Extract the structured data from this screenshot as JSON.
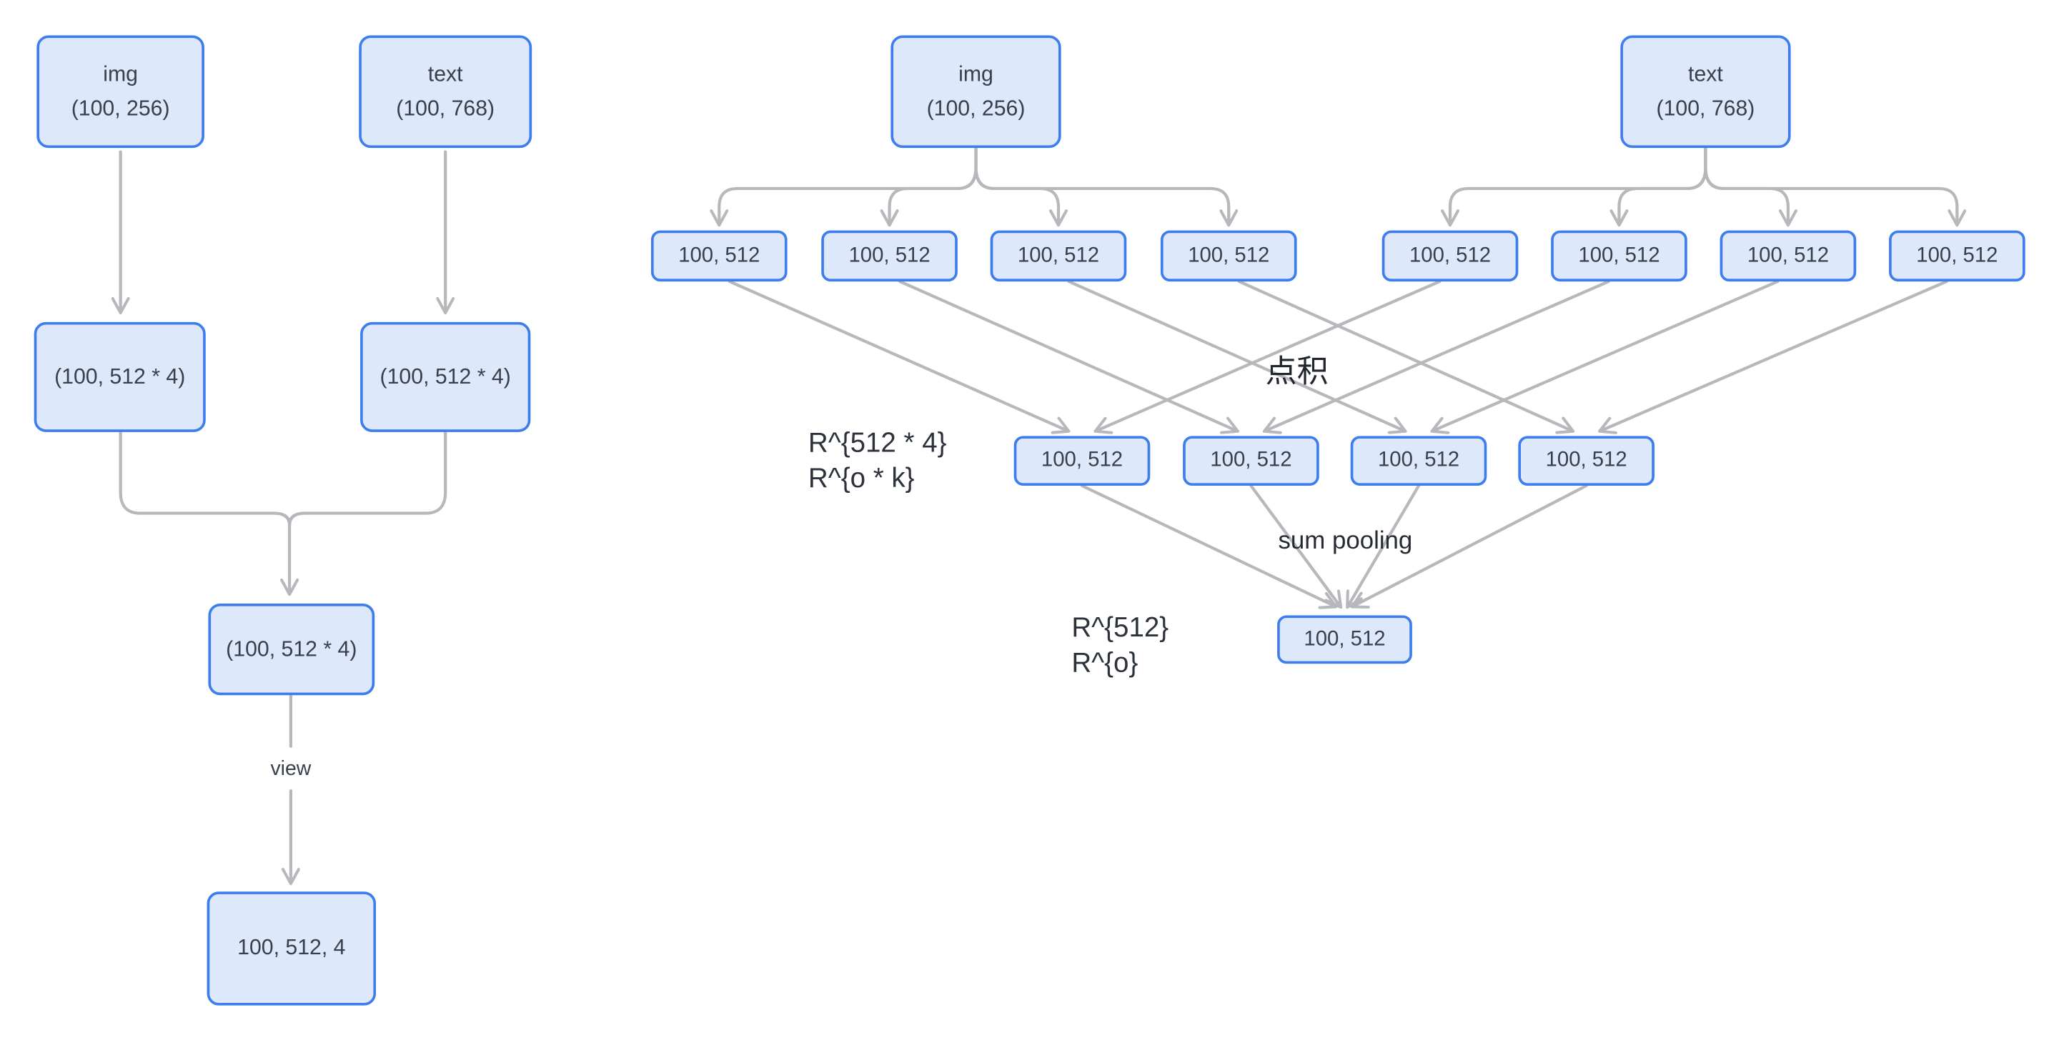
{
  "theme": {
    "node_border": "#3d7dee",
    "node_fill": "#dde8fb",
    "edge": "#b6b8bc",
    "node_text": "#39404d",
    "label_text": "#21262e"
  },
  "left_flow": {
    "img_node": {
      "title": "img",
      "dims": "(100, 256)"
    },
    "text_node": {
      "title": "text",
      "dims": "(100, 768)"
    },
    "img_proj": "(100, 512 * 4)",
    "text_proj": "(100, 512 * 4)",
    "merged": "(100, 512 * 4)",
    "view_label": "view",
    "reshaped": "100, 512, 4"
  },
  "right_flow": {
    "img_node": {
      "title": "img",
      "dims": "(100, 256)"
    },
    "text_node": {
      "title": "text",
      "dims": "(100, 768)"
    },
    "img_heads": [
      "100, 512",
      "100, 512",
      "100, 512",
      "100, 512"
    ],
    "text_heads": [
      "100, 512",
      "100, 512",
      "100, 512",
      "100, 512"
    ],
    "dot_label": "点积",
    "dot_results": [
      "100, 512",
      "100, 512",
      "100, 512",
      "100, 512"
    ],
    "proj_dims_1": "R^{512 * 4}",
    "proj_dims_2": "R^{o * k}",
    "sum_label": "sum pooling",
    "pooled": "100, 512",
    "pooled_dims_1": "R^{512}",
    "pooled_dims_2": "R^{o}"
  }
}
